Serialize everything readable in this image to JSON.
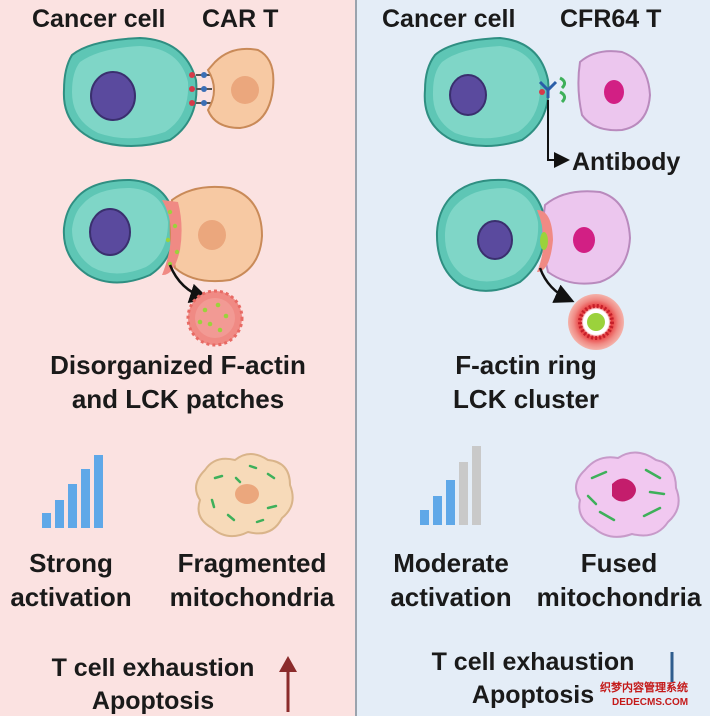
{
  "left": {
    "cell_label": "Cancer cell",
    "tcell_label": "CAR T",
    "synapse_caption": [
      "Disorganized F-actin",
      "and LCK patches"
    ],
    "activation_label": [
      "Strong",
      "activation"
    ],
    "mito_label": [
      "Fragmented",
      "mitochondria"
    ],
    "outcome": [
      "T cell exhaustion",
      "Apoptosis"
    ],
    "trend": "up",
    "bars_active": 5,
    "bars_total": 5
  },
  "right": {
    "cell_label": "Cancer cell",
    "tcell_label": "CFR64 T",
    "antibody_label": "Antibody",
    "synapse_caption": [
      "F-actin ring",
      "LCK cluster"
    ],
    "activation_label": [
      "Moderate",
      "activation"
    ],
    "mito_label": [
      "Fused",
      "mitochondria"
    ],
    "outcome": [
      "T cell exhaustion",
      "Apoptosis"
    ],
    "trend": "down",
    "bars_active": 3,
    "bars_total": 5
  },
  "watermark": [
    "织梦内容管理系统",
    "DEDECMS.COM"
  ],
  "colors": {
    "left_bg": "#fbe2e1",
    "right_bg": "#e4edf7",
    "cancer_cell": "#5ec6b5",
    "cancer_nucleus": "#5a4a9e",
    "car_t": "#f7c9a3",
    "cfr64_t": "#ecc6ee",
    "cfr64_nucleus": "#d21f84",
    "bar_active": "#5fa8e8",
    "bar_inactive": "#c9c9c9",
    "arrow_up": "#8b2b2b",
    "arrow_down": "#2f5d8e"
  }
}
